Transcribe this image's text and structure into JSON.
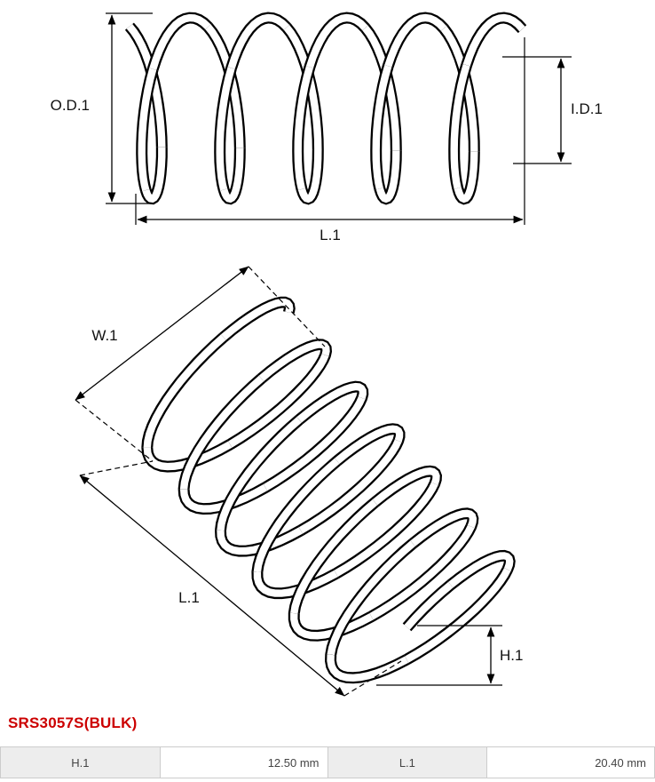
{
  "part_number": "SRS3057S(BULK)",
  "side_view": {
    "od_label": "O.D.1",
    "id_label": "I.D.1",
    "length_label": "L.1"
  },
  "iso_view": {
    "width_label": "W.1",
    "length_label": "L.1",
    "height_label": "H.1"
  },
  "spec_table": {
    "cells": [
      {
        "label": "H.1",
        "value": "12.50 mm"
      },
      {
        "label": "L.1",
        "value": "20.40 mm"
      }
    ]
  },
  "colors": {
    "line": "#000000",
    "accent_red": "#cc0000",
    "table_header_bg": "#ededed",
    "table_border": "#cccccc"
  }
}
